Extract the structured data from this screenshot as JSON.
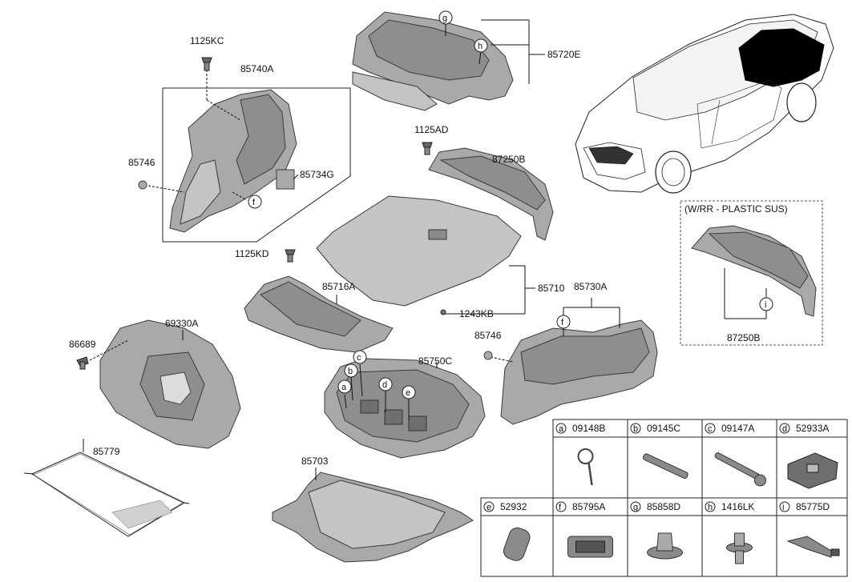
{
  "labels": {
    "p_1125KC": "1125KC",
    "p_85740A": "85740A",
    "p_85746_left": "85746",
    "p_85734G": "85734G",
    "p_85720E": "85720E",
    "p_1125AD": "1125AD",
    "p_87250B": "87250B",
    "p_1125KD": "1125KD",
    "p_85716A": "85716A",
    "p_85710": "85710",
    "p_1243KB": "1243KB",
    "p_85730A": "85730A",
    "p_85746_right": "85746",
    "p_69330A": "69330A",
    "p_86689": "86689",
    "p_85750C": "85750C",
    "p_85779": "85779",
    "p_85703": "85703",
    "wrr_title": "(W/RR - PLASTIC SUS)",
    "wrr_part": "87250B"
  },
  "bubbles": {
    "g": "g",
    "h": "h",
    "f_left": "f",
    "f_right": "f",
    "a": "a",
    "b": "b",
    "c": "c",
    "d": "d",
    "e": "e",
    "i": "i"
  },
  "legend": [
    {
      "letter": "a",
      "part": "09148B"
    },
    {
      "letter": "b",
      "part": "09145C"
    },
    {
      "letter": "c",
      "part": "09147A"
    },
    {
      "letter": "d",
      "part": "52933A"
    },
    {
      "letter": "e",
      "part": "52932"
    },
    {
      "letter": "f",
      "part": "85795A"
    },
    {
      "letter": "g",
      "part": "85858D"
    },
    {
      "letter": "h",
      "part": "1416LK"
    },
    {
      "letter": "i",
      "part": "85775D"
    }
  ]
}
